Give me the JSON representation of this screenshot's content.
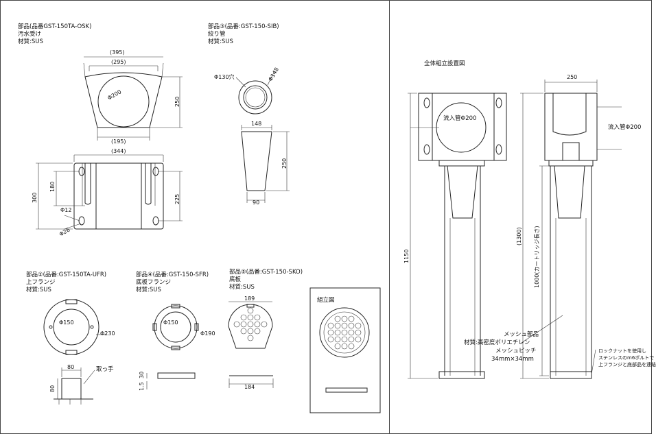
{
  "part1": {
    "line1": "部品(品番GST-150TA-OSK)",
    "line2": "汚水受け",
    "line3": "材質:SUS",
    "dims": {
      "top_outer": "(395)",
      "top_inner": "(295)",
      "bottom": "(195)",
      "height": "250",
      "hole": "Φ200",
      "front_width": "(344)",
      "front_height": "300",
      "slot": "180",
      "mount": "225",
      "slot_w": "Φ12",
      "hole_small": "Φ26"
    }
  },
  "part3": {
    "line1": "部品③(品番:GST-150-SIB)",
    "line2": "絞り管",
    "line3": "材質:SUS",
    "dims": {
      "inner": "Φ130穴",
      "outer": "Φ148",
      "top": "148",
      "height": "250",
      "bottom": "90"
    }
  },
  "part2": {
    "line1": "部品②(品番:GST-150TA-UFR)",
    "line2": "上フランジ",
    "line3": "材質:SUS",
    "dims": {
      "inner": "Φ150",
      "outer": "Φ230",
      "w": "80",
      "h": "80",
      "handle": "取っ手"
    }
  },
  "part4": {
    "line1": "部品④(品番:GST-150-SFR)",
    "line2": "底板フランジ",
    "line3": "材質:SUS",
    "dims": {
      "inner": "Φ150",
      "outer": "Φ190",
      "t1": "30",
      "t2": "1.5"
    }
  },
  "part5": {
    "line1": "部品⑤(品番:GST-150-SKO)",
    "line2": "底板",
    "line3": "材質:SUS",
    "dims": {
      "top": "189",
      "bottom": "184"
    }
  },
  "assembly_small": {
    "title": "組立図"
  },
  "assembly": {
    "title": "全体組立設置図",
    "pipe_in": "流入管Φ200",
    "pipe_in_right": "流入管Φ200",
    "width": "250",
    "height_total": "1150",
    "height_cart": "(1300)",
    "height_len": "1000(カートリッジ長さ)",
    "mesh_title": "メッシュ部品",
    "mesh_material": "材質:高密度ポリエチレン",
    "mesh_pitch": "メッシュピッチ",
    "mesh_size": "34mm×34mm",
    "note1": "ロックナットを使用し",
    "note2": "ステンレスのm6ボルトで",
    "note3": "上フランジと底部品を連結"
  }
}
